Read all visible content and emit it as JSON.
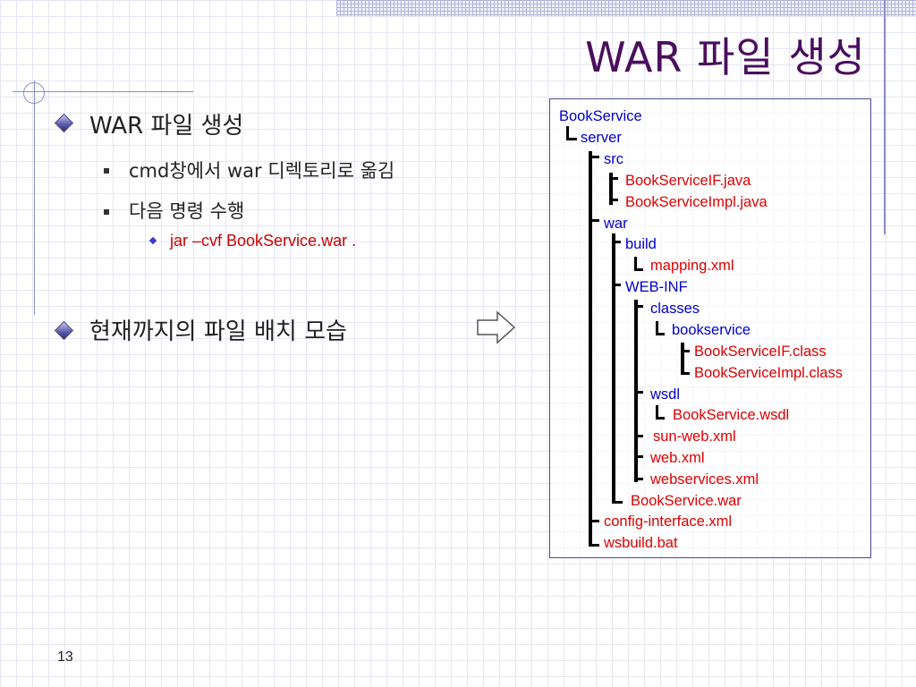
{
  "slide": {
    "title": "WAR 파일 생성",
    "page_number": "13"
  },
  "bullets": {
    "b1": "WAR 파일 생성",
    "b1_sub1": "cmd창에서 war 디렉토리로 옮김",
    "b1_sub2": "다음 명령 수행",
    "b1_sub2_cmd": "jar –cvf BookService.war .",
    "b2": "현재까지의 파일 배치 모습"
  },
  "tree": {
    "root": "BookService",
    "server": "server",
    "src": "src",
    "src_if": "BookServiceIF.java",
    "src_impl": "BookServiceImpl.java",
    "war": "war",
    "build": "build",
    "mapping": "mapping.xml",
    "webinf": "WEB-INF",
    "classes": "classes",
    "bookservice": "bookservice",
    "cls_if": "BookServiceIF.class",
    "cls_impl": "BookServiceImpl.class",
    "wsdl": "wsdl",
    "wsdl_file": "BookService.wsdl",
    "sunweb": "sun-web.xml",
    "webxml": "web.xml",
    "webservices": "webservices.xml",
    "warfile": "BookService.war",
    "config": "config-interface.xml",
    "wsbuild": "wsbuild.bat"
  },
  "colors": {
    "title": "#4a0f5c",
    "tree_blue": "#0000cc",
    "tree_red": "#dd0000",
    "accent_line": "#8e8ec8"
  }
}
